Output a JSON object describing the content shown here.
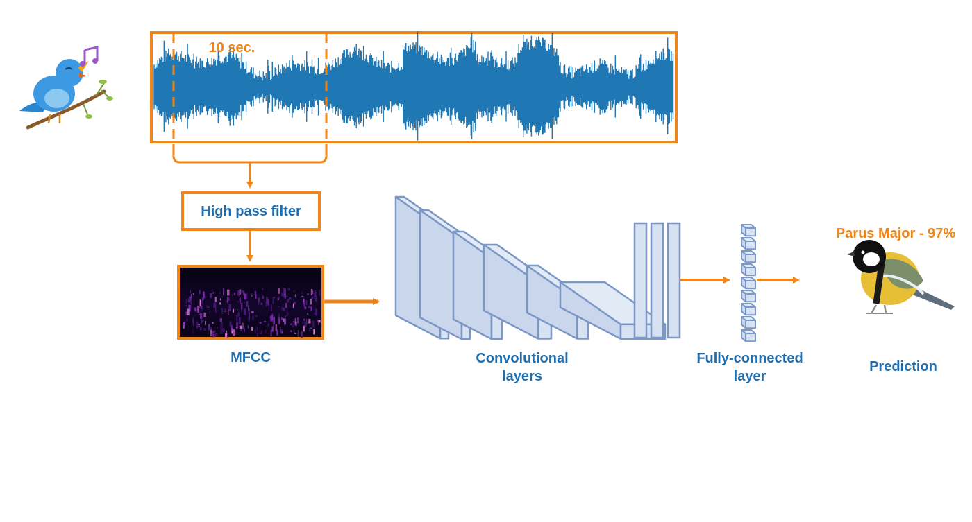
{
  "waveform": {
    "segment_label": "10 sec."
  },
  "filter": {
    "label": "High pass filter"
  },
  "mfcc": {
    "label": "MFCC"
  },
  "conv": {
    "label": "Convolutional\nlayers"
  },
  "fc": {
    "label": "Fully-connected\nlayer"
  },
  "prediction": {
    "result": "Parus Major - 97%",
    "label": "Prediction"
  },
  "colors": {
    "accent": "#f08519",
    "text_blue": "#1f6eb0",
    "waveform": "#1f77b4",
    "layer_fill": "#d6e1f2",
    "layer_stroke": "#7b97c6"
  },
  "icons": {
    "input": "singing-bird-icon",
    "output": "great-tit-bird-icon"
  }
}
